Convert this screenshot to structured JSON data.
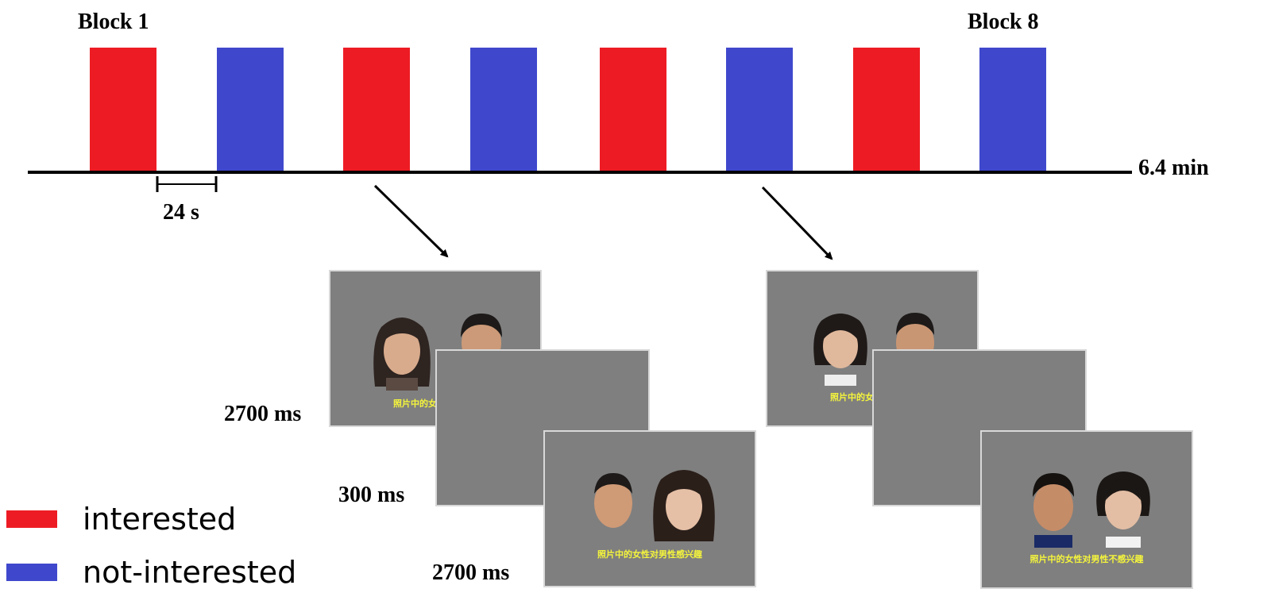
{
  "colors": {
    "interested": "#ed1c24",
    "not_interested": "#3f48cc",
    "screen_bg": "#7f7f7f",
    "caption": "#f5f53c"
  },
  "timeline": {
    "block_first_label": "Block 1",
    "block_last_label": "Block 8",
    "total_label": "6.4 min",
    "interval_label": "24 s",
    "blocks": [
      "interested",
      "not_interested",
      "interested",
      "not_interested",
      "interested",
      "not_interested",
      "interested",
      "not_interested"
    ]
  },
  "trials": {
    "stim_duration_label": "2700 ms",
    "blank_duration_label": "300 ms",
    "stim_duration_label_2": "2700 ms",
    "caption_interested_short": "照片中的女性",
    "caption_interested": "照片中的女性对男性感兴趣",
    "caption_not_interested_short": "照片中的女性",
    "caption_not_interested": "照片中的女性对男性不感兴趣"
  },
  "legend": {
    "interested_label": "interested",
    "not_interested_label": "not-interested"
  }
}
